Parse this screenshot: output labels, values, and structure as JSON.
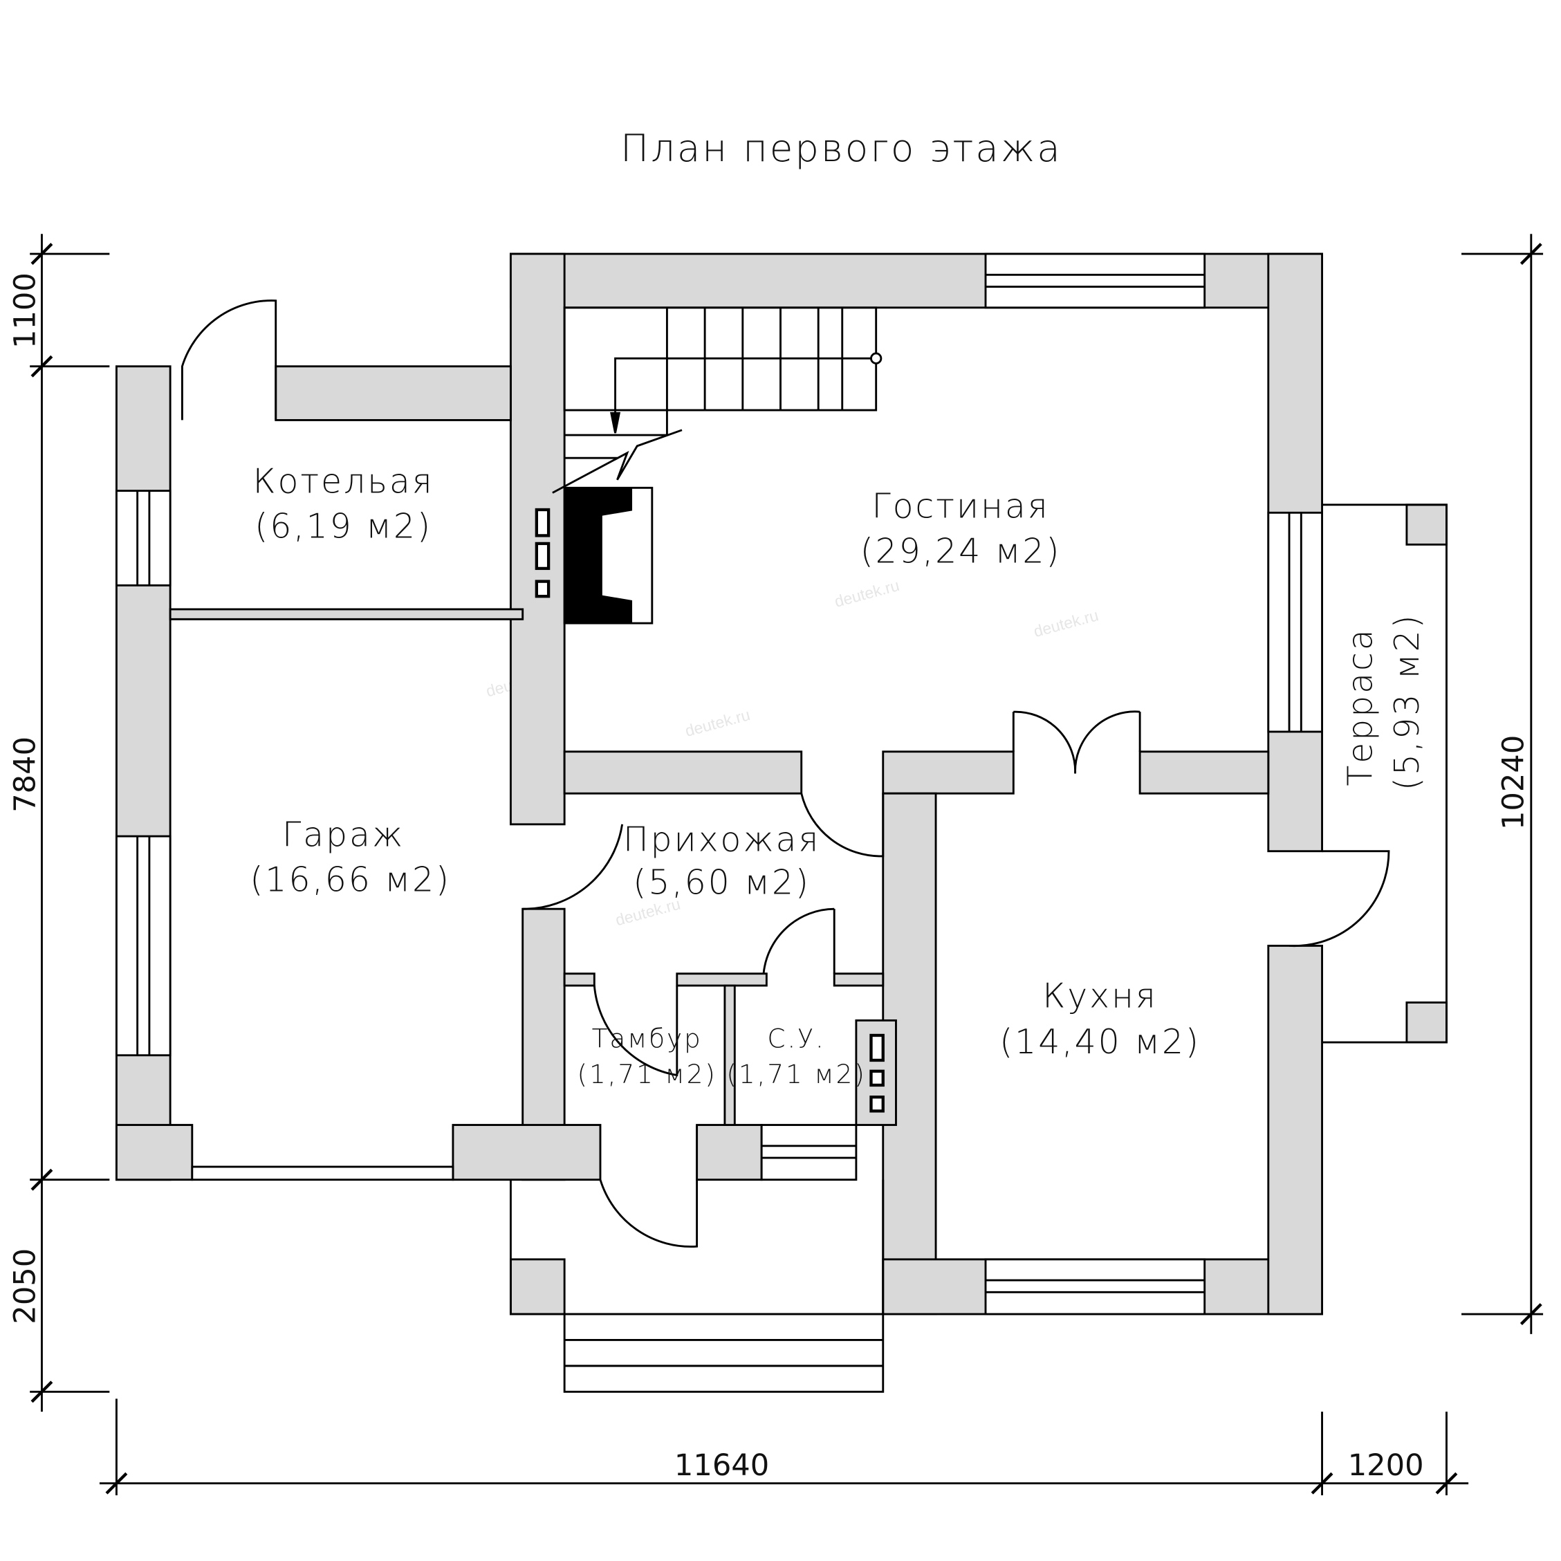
{
  "title": "План первого этажа",
  "rooms": [
    {
      "name": "Котельая",
      "area": "(6,19 м2)"
    },
    {
      "name": "Гостиная",
      "area": "(29,24 м2)"
    },
    {
      "name": "Гараж",
      "area": "(16,66 м2)"
    },
    {
      "name": "Прихожая",
      "area": "(5,60 м2)"
    },
    {
      "name": "Тамбур",
      "area": "(1,71 м2)"
    },
    {
      "name": "С.У.",
      "area": "(1,71 м2)"
    },
    {
      "name": "Кухня",
      "area": "(14,40 м2)"
    },
    {
      "name": "Терраса",
      "area": "(5,93 м2)"
    }
  ],
  "dimensions": {
    "left_top": "1100",
    "left_mid": "7840",
    "left_bottom": "2050",
    "right": "10240",
    "bottom_main": "11640",
    "bottom_terrace": "1200"
  },
  "watermark": "deutek.ru"
}
